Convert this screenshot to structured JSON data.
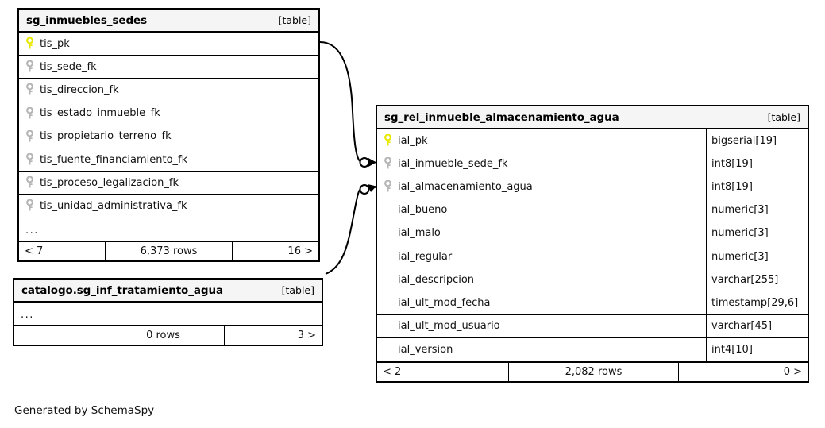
{
  "diagram": {
    "credit": "Generated by SchemaSpy",
    "table_tag": "[table]",
    "rows_suffix": "rows",
    "ellipsis": "..."
  },
  "colors": {
    "primary_key": "#e8e800",
    "foreign_key": "#b5b5b5",
    "border": "#000000",
    "header_bg": "#f5f5f5",
    "row_bg": "#ffffff",
    "text": "#111111"
  },
  "tables": {
    "inmuebles_sedes": {
      "name": "sg_inmuebles_sedes",
      "tag": "[table]",
      "columns": [
        {
          "name": "tis_pk",
          "key": "primary-key-icon",
          "type": ""
        },
        {
          "name": "tis_sede_fk",
          "key": "foreign-key-icon",
          "type": ""
        },
        {
          "name": "tis_direccion_fk",
          "key": "foreign-key-icon",
          "type": ""
        },
        {
          "name": "tis_estado_inmueble_fk",
          "key": "foreign-key-icon",
          "type": ""
        },
        {
          "name": "tis_propietario_terreno_fk",
          "key": "foreign-key-icon",
          "type": ""
        },
        {
          "name": "tis_fuente_financiamiento_fk",
          "key": "foreign-key-icon",
          "type": ""
        },
        {
          "name": "tis_proceso_legalizacion_fk",
          "key": "foreign-key-icon",
          "type": ""
        },
        {
          "name": "tis_unidad_administrativa_fk",
          "key": "foreign-key-icon",
          "type": ""
        }
      ],
      "more_indicator": "...",
      "footer": {
        "left": "< 7",
        "middle": "6,373 rows",
        "right": "16 >"
      }
    },
    "inf_tratamiento_agua": {
      "name": "catalogo.sg_inf_tratamiento_agua",
      "tag": "[table]",
      "columns": [],
      "more_indicator": "...",
      "footer": {
        "left": "",
        "middle": "0 rows",
        "right": "3 >"
      }
    },
    "rel_inmueble_almacenamiento_agua": {
      "name": "sg_rel_inmueble_almacenamiento_agua",
      "tag": "[table]",
      "columns": [
        {
          "name": "ial_pk",
          "key": "primary-key-icon",
          "type": "bigserial[19]"
        },
        {
          "name": "ial_inmueble_sede_fk",
          "key": "foreign-key-icon",
          "type": "int8[19]"
        },
        {
          "name": "ial_almacenamiento_agua",
          "key": "foreign-key-icon",
          "type": "int8[19]"
        },
        {
          "name": "ial_bueno",
          "key": "none",
          "type": "numeric[3]"
        },
        {
          "name": "ial_malo",
          "key": "none",
          "type": "numeric[3]"
        },
        {
          "name": "ial_regular",
          "key": "none",
          "type": "numeric[3]"
        },
        {
          "name": "ial_descripcion",
          "key": "none",
          "type": "varchar[255]"
        },
        {
          "name": "ial_ult_mod_fecha",
          "key": "none",
          "type": "timestamp[29,6]"
        },
        {
          "name": "ial_ult_mod_usuario",
          "key": "none",
          "type": "varchar[45]"
        },
        {
          "name": "ial_version",
          "key": "none",
          "type": "int4[10]"
        }
      ],
      "more_indicator": "",
      "footer": {
        "left": "< 2",
        "middle": "2,082 rows",
        "right": "0 >"
      }
    }
  },
  "relationships": [
    {
      "name": "fk-inmuebles-sedes-to-rel-agua",
      "from_table": "sg_inmuebles_sedes",
      "from_column": "tis_pk",
      "to_table": "sg_rel_inmueble_almacenamiento_agua",
      "to_column": "ial_inmueble_sede_fk"
    },
    {
      "name": "fk-tratamiento-agua-to-rel-agua",
      "from_table": "catalogo.sg_inf_tratamiento_agua",
      "from_column": "",
      "to_table": "sg_rel_inmueble_almacenamiento_agua",
      "to_column": "ial_almacenamiento_agua"
    }
  ]
}
